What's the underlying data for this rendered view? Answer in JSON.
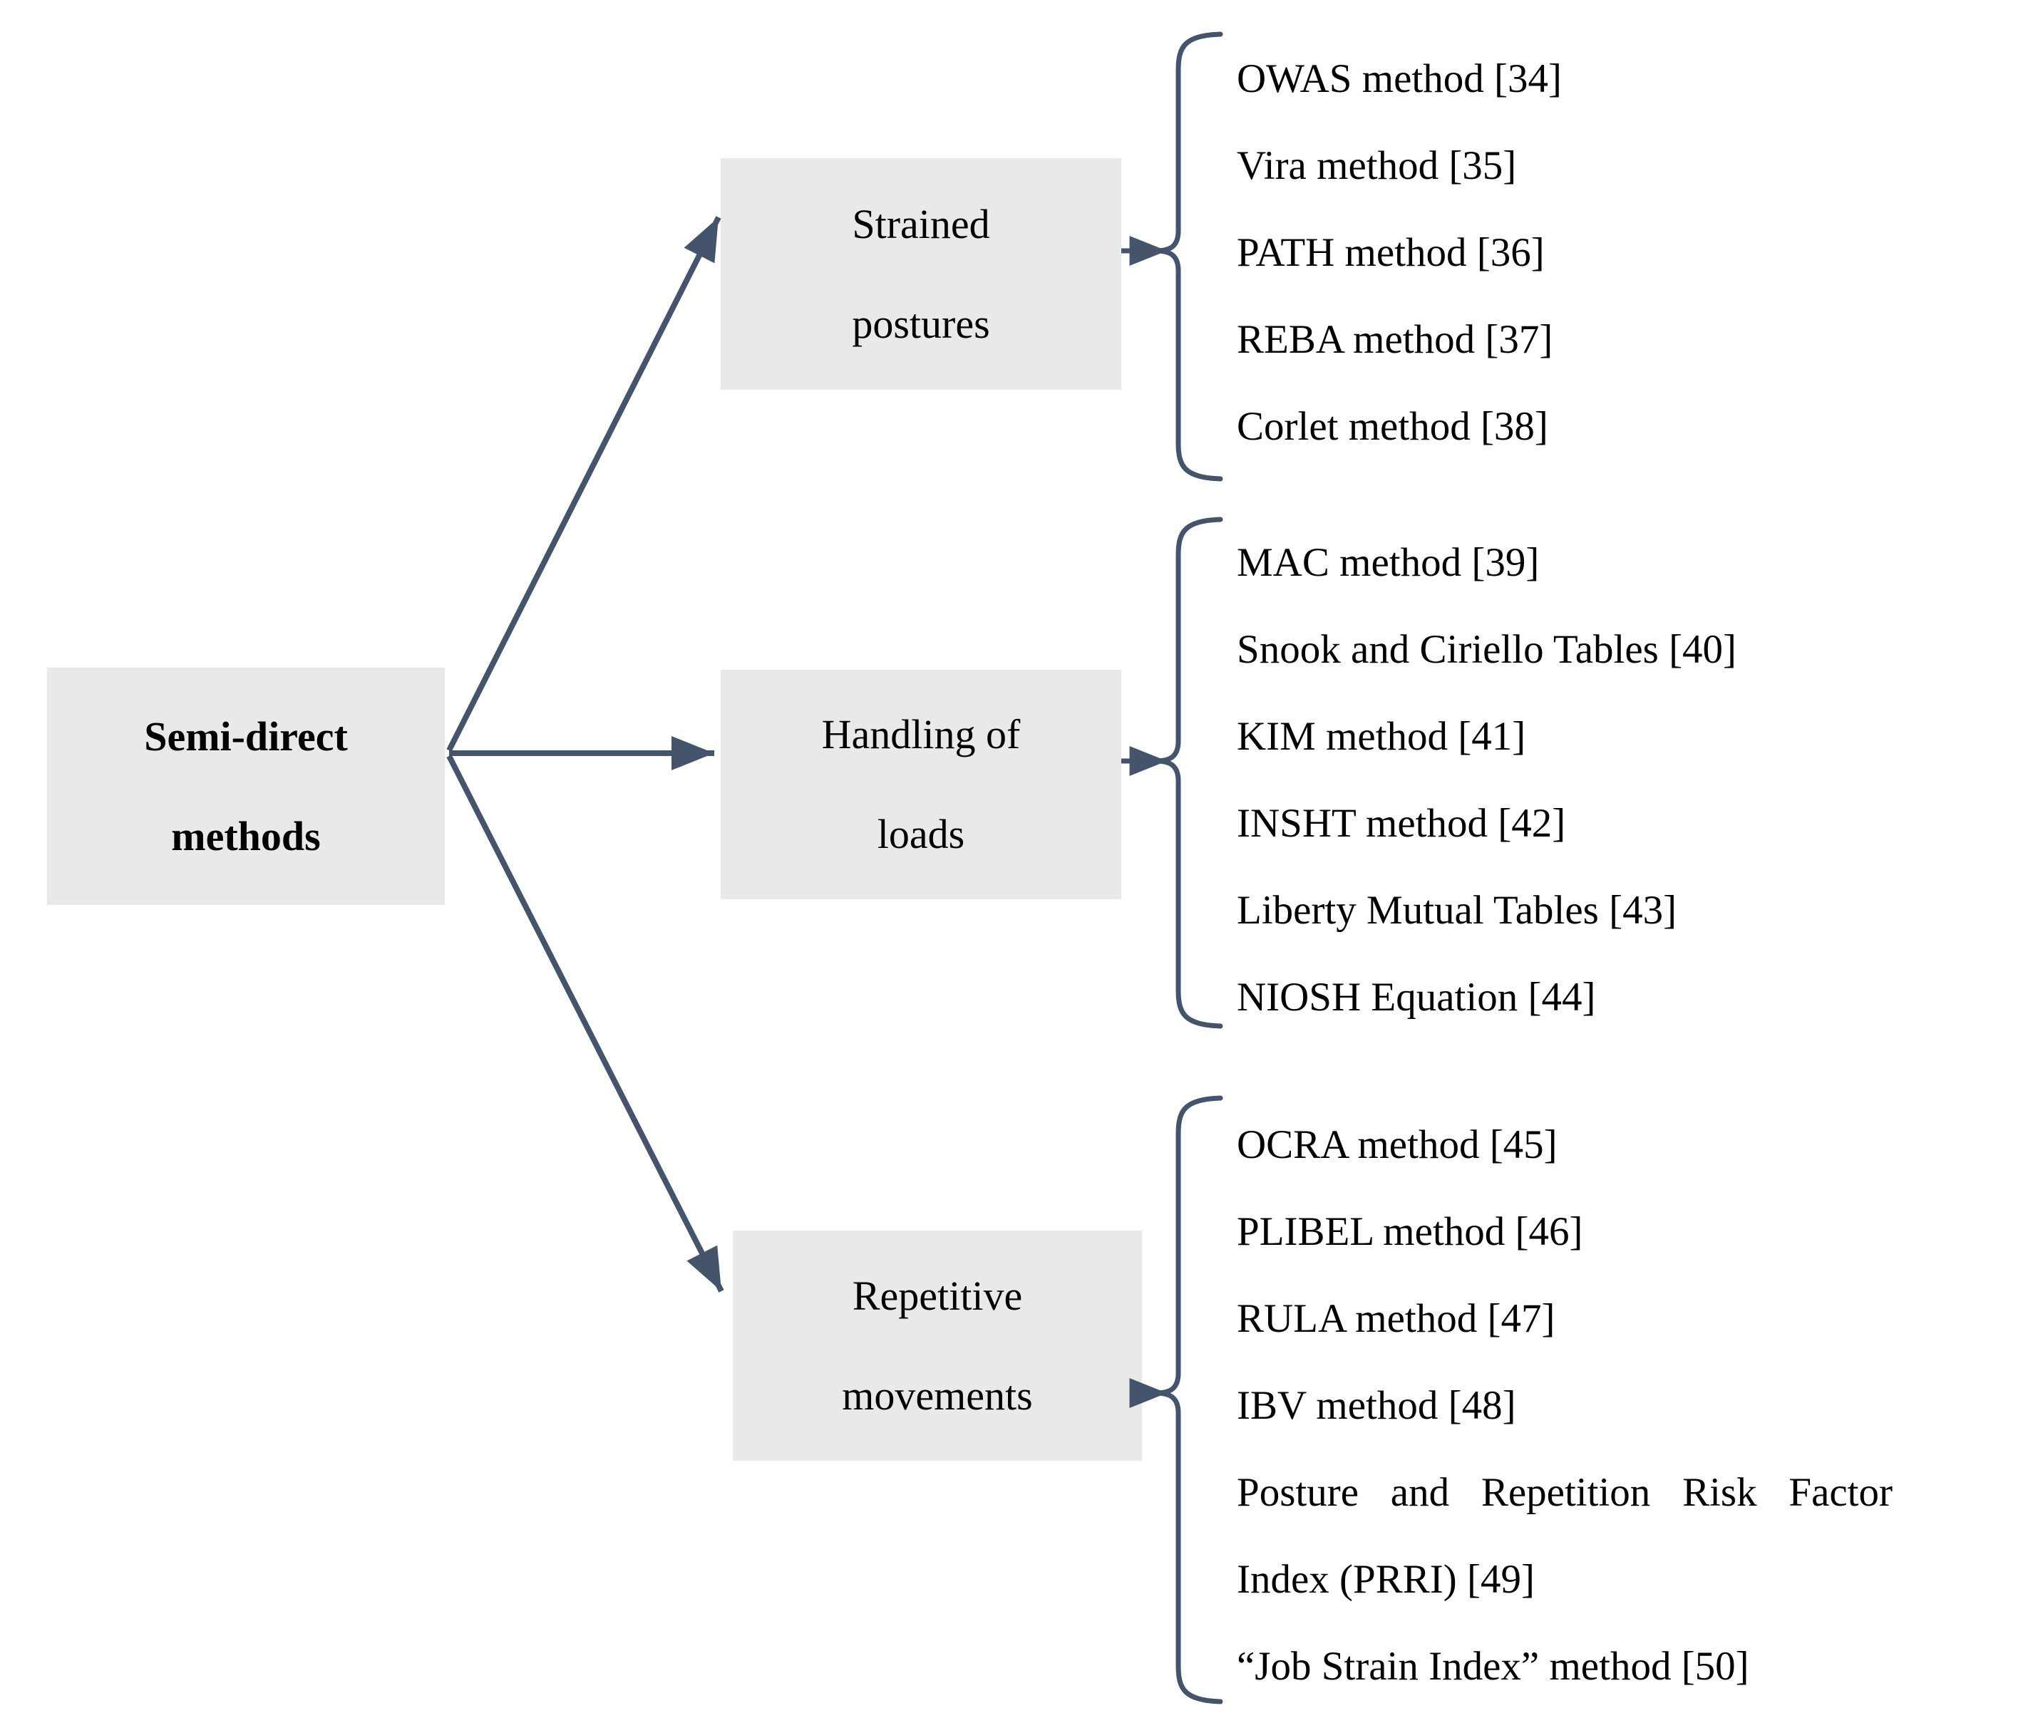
{
  "figure": {
    "root": {
      "label": "Semi-direct methods"
    },
    "groups": [
      {
        "category": "Strained postures",
        "methods": [
          "OWAS method [34]",
          "Vira method [35]",
          "PATH method [36]",
          "REBA method [37]",
          "Corlet method [38]"
        ]
      },
      {
        "category": "Handling of loads",
        "methods": [
          "MAC method [39]",
          "Snook and Ciriello Tables [40]",
          "KIM method [41]",
          "INSHT method [42]",
          "Liberty Mutual Tables [43]",
          "NIOSH Equation [44]"
        ]
      },
      {
        "category": "Repetitive movements",
        "methods": [
          "OCRA method [45]",
          "PLIBEL method [46]",
          "RULA method [47]",
          "IBV method [48]",
          "Posture and Repetition Risk Factor Index (PRRI) [49]",
          "“Job Strain Index” method [50]"
        ]
      }
    ],
    "colors": {
      "box_fill": "#e9e9e9",
      "line": "#44546a",
      "text": "#000000",
      "background": "#ffffff"
    }
  }
}
